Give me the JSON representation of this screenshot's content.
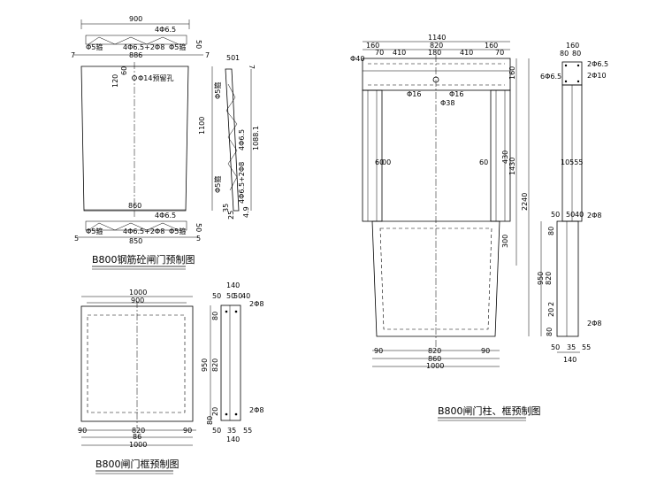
{
  "gate": {
    "title": "B800钢筋砼闸门预制图",
    "top_total": "900",
    "top_bar": "4Φ6.5",
    "top_right_small": "50",
    "top_stirrups_left": "Φ5箍",
    "top_mid_bars": "4Φ6.5+2Φ8",
    "top_stirrups_right": "Φ5箍",
    "top_edge_left": "7",
    "top_inner": "886",
    "top_edge_right": "7",
    "hole_dim_a": "120",
    "hole_dim_b": "60",
    "hole_label": "Φ14预留孔",
    "height": "1100",
    "bottom_inner": "860",
    "bottom_bar": "4Φ6.5",
    "bottom_right_small": "50",
    "bottom_stirrups_left": "Φ5箍",
    "bottom_mid_bars": "4Φ6.5+2Φ8",
    "bottom_stirrups_right": "Φ5箍",
    "bottom_edge_left": "5",
    "bottom_total": "850",
    "bottom_edge_right": "5",
    "side_top_a": "50",
    "side_top_b": "1",
    "side_top_c": "7",
    "side_stirrup_top": "Φ5箍",
    "side_bar_mid": "4Φ6.5",
    "side_bar_low": "4Φ6.5+2Φ8",
    "side_stirrup_low": "Φ5箍",
    "side_height": "1088.1",
    "side_bot_a": "35",
    "side_bot_b": "25",
    "side_bot_c": "4.9"
  },
  "frame": {
    "title": "B800闸门框预制图",
    "outer_width": "1000",
    "inner_width": "900",
    "sec_total": "140",
    "sec_a": "50",
    "sec_b": "50",
    "sec_c": "40",
    "sec_d": "50",
    "sec_bar_top": "2Φ8",
    "sec_dim_80": "80",
    "sec_height_950": "950",
    "sec_height_820": "820",
    "sec_bar_bot": "2Φ8",
    "sec_dim_20": "20",
    "sec_dim_80b": "80",
    "bottom_left": "90",
    "bottom_mid": "820",
    "bottom_right": "90",
    "bottom_86": "86",
    "bottom_total": "1000",
    "sec_bot_a": "50",
    "sec_bot_b": "35",
    "sec_bot_c": "55",
    "sec_bot_total": "140"
  },
  "column": {
    "title": "B800闸门柱、框预制图",
    "total": "1140",
    "top_left": "160",
    "top_mid": "820",
    "top_right": "160",
    "small_70a": "70",
    "small_410a": "410",
    "small_180": "180",
    "small_410b": "410",
    "small_70b": "70",
    "phi40": "Φ40",
    "phi16a": "Φ16",
    "phi16b": "Φ16",
    "phi38": "Φ38",
    "dim_160": "160",
    "dim_430": "430",
    "dim_1430": "1430",
    "dim_2240": "2240",
    "dim_300": "300",
    "left_60": "60",
    "left_00": "00",
    "right_60": "60",
    "bottom_90a": "90",
    "bottom_820": "820",
    "bottom_90b": "90",
    "bottom_860": "860",
    "bottom_1000": "1000",
    "sec_top": "160",
    "sec_top_a": "80",
    "sec_top_b": "80",
    "sec_bar1": "2Φ6.5",
    "sec_bar_left": "6Φ6.5",
    "sec_bar2": "2Φ10",
    "sec_mid": "10555",
    "sec_50": "50",
    "sec_50b": "50",
    "sec_40": "40",
    "sec_bar3": "2Φ8",
    "sec_80": "80",
    "sec_950": "950",
    "sec_820": "820",
    "sec_20": "20",
    "sec_2": "2",
    "sec_bar4": "2Φ8",
    "sec_80b": "80",
    "sec_bot_50": "50",
    "sec_bot_35": "35",
    "sec_bot_55": "55",
    "sec_bot_140": "140"
  }
}
